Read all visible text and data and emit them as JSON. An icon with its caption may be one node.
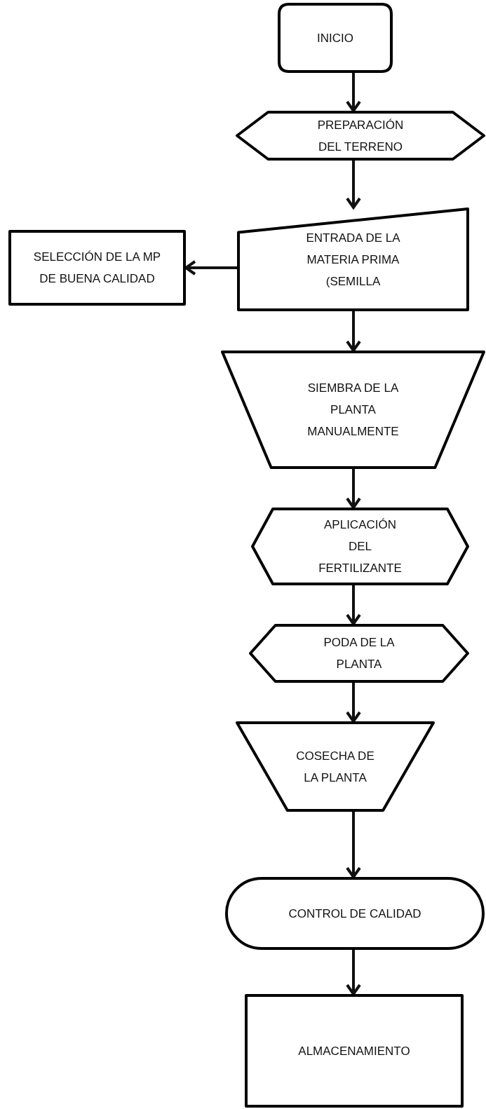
{
  "diagram": {
    "nodes": [
      {
        "text": [
          "INICIO"
        ]
      },
      {
        "text": [
          "PREPARACIÓN DEL TERRENO"
        ]
      },
      {
        "text": [
          "ENTRADA DE LA MATERIA PRIMA (SEMILLA"
        ]
      },
      {
        "text": [
          "SELECCIÓN DE LA MP DE BUENA CALIDAD"
        ]
      },
      {
        "text": [
          "SIEMBRA DE LA PLANTA MANUALMENTE"
        ]
      },
      {
        "text": [
          "APLICACIÓN DEL FERTILIZANTE"
        ]
      },
      {
        "text": [
          "PODA DE LA PLANTA"
        ]
      },
      {
        "text": [
          "COSECHA DE LA PLANTA"
        ]
      },
      {
        "text": [
          "CONTROL DE CALIDAD"
        ]
      },
      {
        "text": [
          "ALMACENAMIENTO"
        ]
      }
    ],
    "edges": [
      {
        "from": 0,
        "to": 1,
        "arrow": "to"
      },
      {
        "from": 1,
        "to": 2,
        "arrow": "to"
      },
      {
        "from": 2,
        "to": 3,
        "arrow": "to"
      },
      {
        "from": 2,
        "to": 4,
        "arrow": "to"
      },
      {
        "from": 4,
        "to": 5,
        "arrow": "to"
      },
      {
        "from": 5,
        "to": 6,
        "arrow": "to"
      },
      {
        "from": 6,
        "to": 7,
        "arrow": "to"
      },
      {
        "from": 7,
        "to": 8,
        "arrow": "to"
      },
      {
        "from": 8,
        "to": 9,
        "arrow": "to"
      }
    ]
  }
}
